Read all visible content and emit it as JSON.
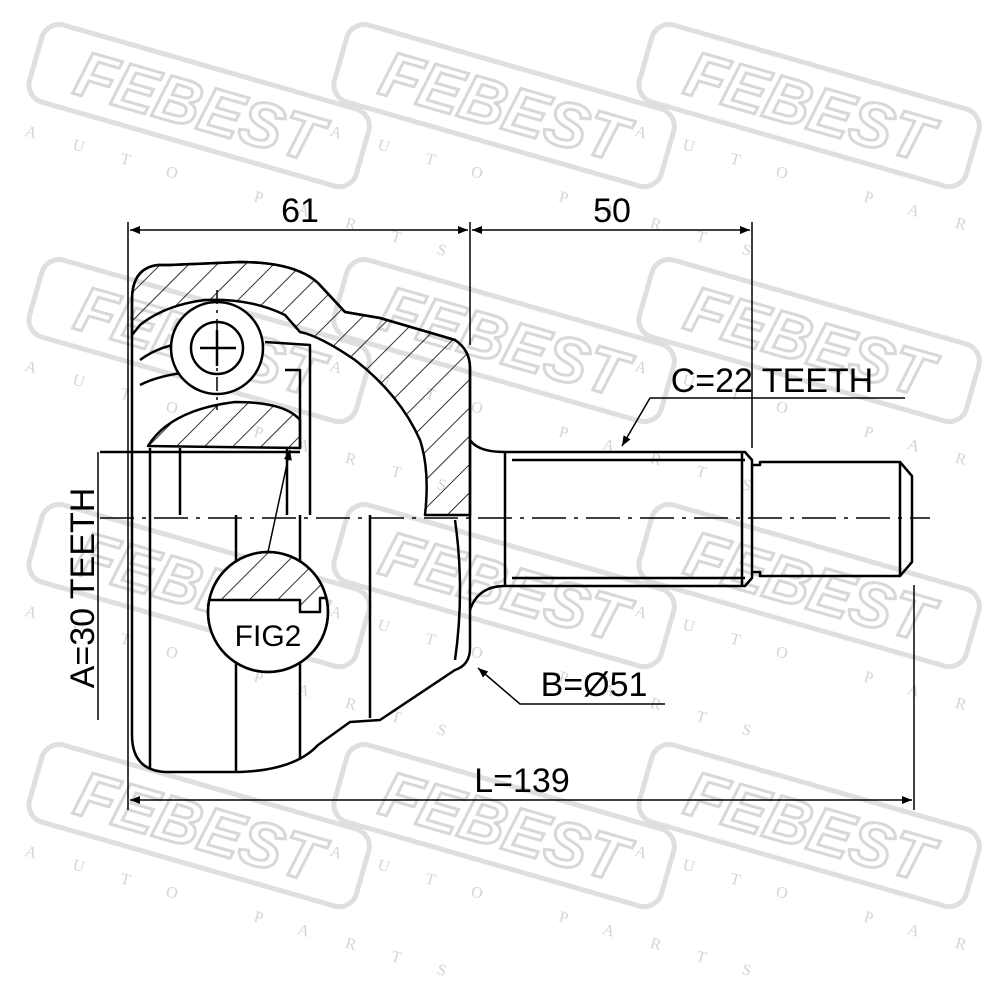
{
  "watermark": {
    "brand": "FEBEST",
    "tagline": "AUTO PARTS"
  },
  "dimensions": {
    "inner_length": "61",
    "stub_length": "50",
    "total_length": "L=139",
    "inner_teeth": "A=30 TEETH",
    "outer_diameter": "B=Ø51",
    "outer_teeth": "C=22 TEETH",
    "detail_label": "FIG2"
  },
  "colors": {
    "line": "#000000",
    "watermark": "#d9d9d9"
  }
}
